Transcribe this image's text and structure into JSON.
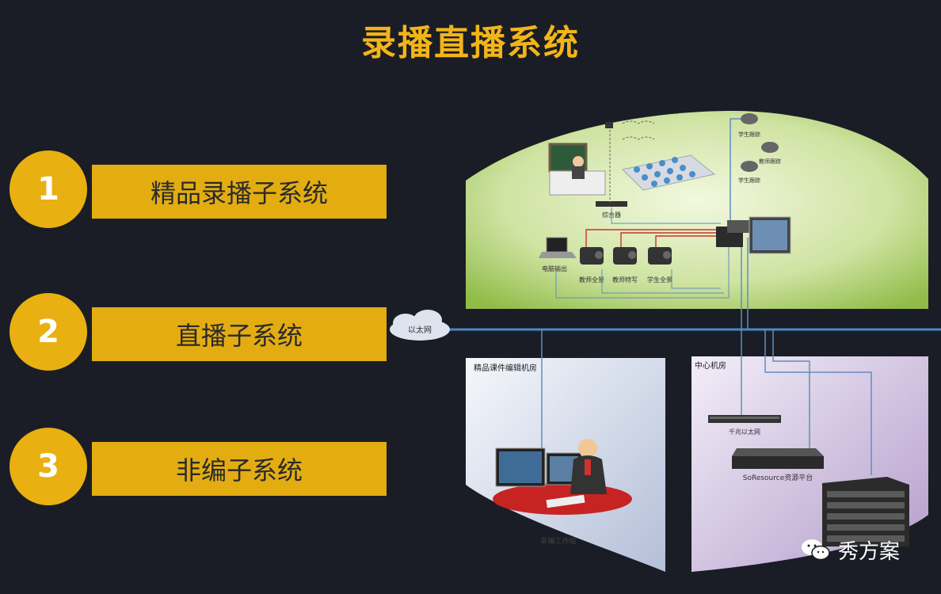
{
  "title": "录播直播系统",
  "items": [
    {
      "number": "1",
      "label": "精品录播子系统"
    },
    {
      "number": "2",
      "label": "直播子系统"
    },
    {
      "number": "3",
      "label": "非编子系统"
    }
  ],
  "diagram": {
    "cloud_label": "以太网",
    "classroom": {
      "switch_label": "综合器",
      "laptop_label": "电脑输出",
      "camera_labels": [
        "教师全景",
        "教师特写",
        "学生全景"
      ],
      "dome_labels": [
        "学生跟踪",
        "教师跟踪",
        "学生跟踪"
      ]
    },
    "editing_room": {
      "title": "精品课件编辑机房",
      "station_label": "非编工作站"
    },
    "center_room": {
      "title": "中心机房",
      "switch_label": "千兆以太网",
      "server_label": "SoResource资源平台"
    }
  },
  "colors": {
    "title": "#f2b519",
    "item_fill": "#e3ad12",
    "background": "#1a1d25",
    "network_line": "#4a86c8"
  },
  "watermark": "秀方案"
}
